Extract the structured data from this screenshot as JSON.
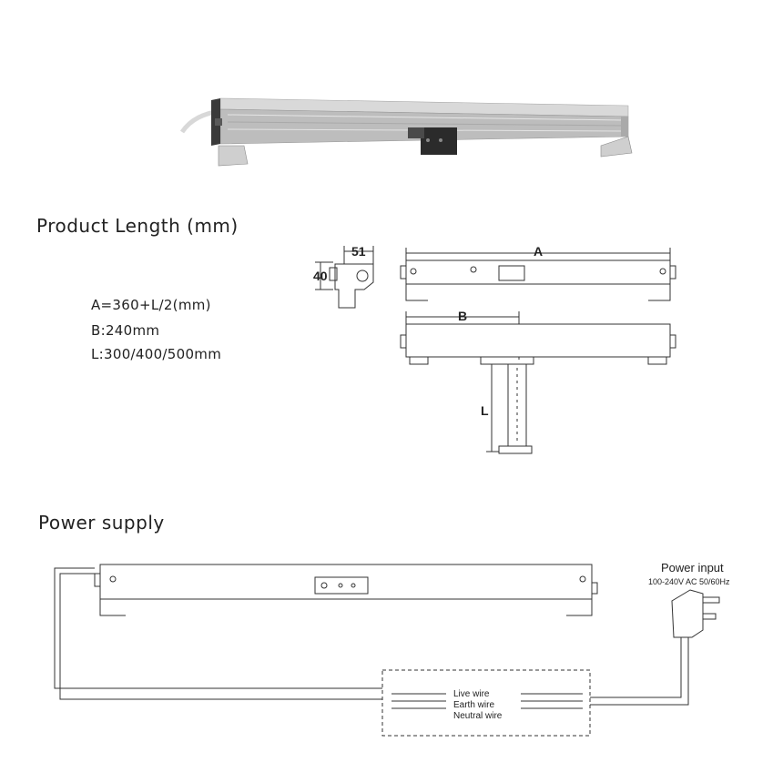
{
  "product_length": {
    "title": "Product Length (mm)",
    "formula_a": "A=360+L/2(mm)",
    "spec_b": "B:240mm",
    "spec_l": "L:300/400/500mm",
    "dim_labels": {
      "width": "51",
      "height": "40",
      "a": "A",
      "b": "B",
      "l": "L"
    }
  },
  "power_supply": {
    "title": "Power supply",
    "input_label": "Power input",
    "input_spec": "100-240V AC  50/60Hz",
    "wires": [
      "Live wire",
      "Earth wire",
      "Neutral wire"
    ]
  },
  "colors": {
    "housing": "#c9c9c9",
    "line": "#333333",
    "bracket": "#2b2b2b"
  }
}
